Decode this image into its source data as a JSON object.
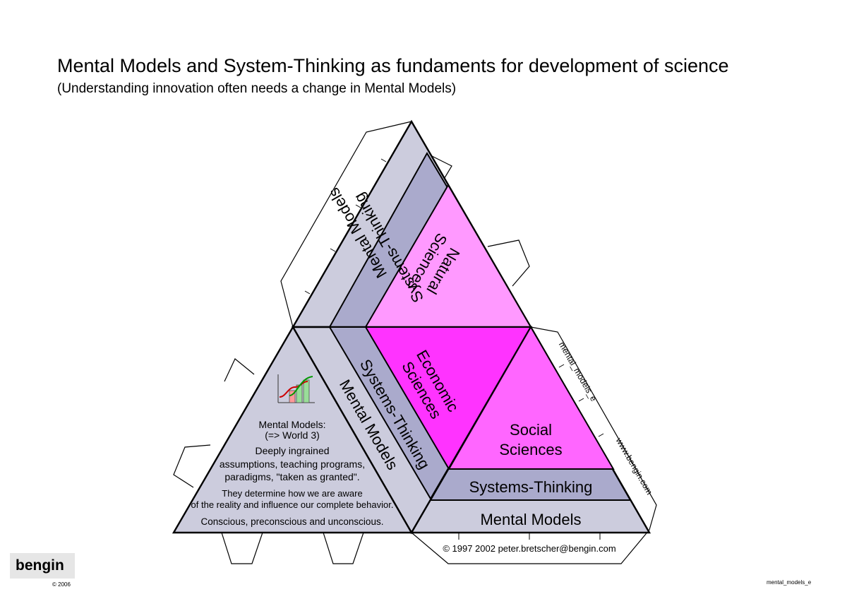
{
  "page": {
    "title": "Mental Models and System-Thinking as fundaments for development of science",
    "subtitle": "(Understanding innovation often needs a change in Mental Models)"
  },
  "diagram": {
    "bands": {
      "left_outer": "Mental Models",
      "left_inner": "Systems-Thinking",
      "middle_outer": "Mental Models",
      "middle_inner": "Systems-Thinking",
      "bottom_inner": "Systems-Thinking",
      "bottom_outer": "Mental Models"
    },
    "faces": {
      "natural": [
        "Natural",
        "Sciences"
      ],
      "economic": [
        "Economic",
        "Sciences"
      ],
      "social": [
        "Social",
        "Sciences"
      ]
    },
    "left_face": {
      "heading": [
        "Mental Models:",
        "(=> World 3)"
      ],
      "para1": [
        "Deeply ingrained",
        "assumptions, teaching programs,",
        "paradigms, \"taken as granted\"."
      ],
      "para2": [
        "They determine how we are aware",
        "of the reality and influence our complete behavior."
      ],
      "para3": "Conscious, preconscious and unconscious."
    },
    "tabs": {
      "copyright": "© 1997 2002 peter.bretscher@bengin.com",
      "right_1": "mental_models_e",
      "right_2": "www.bengin.com"
    }
  },
  "footer": {
    "logo": "bengin",
    "year": "© 2006",
    "file": "mental_models_e"
  },
  "colors": {
    "band_light": "#ccccdd",
    "band_dark": "#aaaacc",
    "natural": "#ff99ff",
    "economic": "#ff33ff",
    "social": "#ff66ff"
  }
}
